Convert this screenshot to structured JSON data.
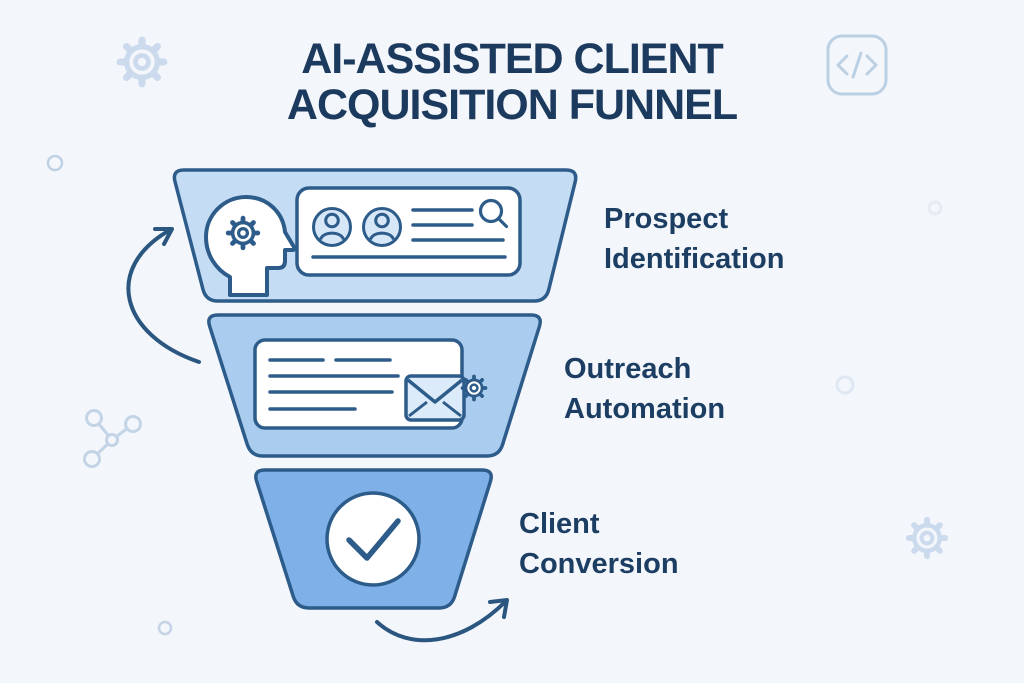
{
  "title": "AI-ASSISTED CLIENT\nACQUISITION FUNNEL",
  "funnel": {
    "stages": [
      {
        "id": "prospect-identification",
        "label": "Prospect\nIdentification",
        "fill": "#c4ddf4",
        "icons": [
          "head-with-gear",
          "prospect-list-card",
          "user-avatar",
          "user-avatar",
          "search-magnifier"
        ]
      },
      {
        "id": "outreach-automation",
        "label": "Outreach\nAutomation",
        "fill": "#a9ccef",
        "icons": [
          "message-text-card",
          "envelope",
          "gear"
        ]
      },
      {
        "id": "client-conversion",
        "label": "Client\nConversion",
        "fill": "#7fb1e8",
        "icons": [
          "check-circle"
        ]
      }
    ]
  },
  "decorations": {
    "icons": [
      "gear-outline-top-left",
      "code-brackets-box-top-right",
      "small-circle-left",
      "molecule-nodes-left",
      "gear-outline-bottom-right",
      "faint-circle-right",
      "faint-dot-right",
      "small-circle-bottom-left",
      "curved-arrow-into-funnel",
      "curved-arrow-out-of-funnel"
    ]
  },
  "colors": {
    "background": "#f3f6fb",
    "stage1_fill": "#c4ddf4",
    "stage2_fill": "#a9ccef",
    "stage3_fill": "#7fb1e8",
    "outline_navy": "#2d5c8a",
    "arrow_navy": "#2b567f",
    "title_text": "#1c3a5e",
    "label_text": "#1d3e63",
    "decoration_blue": "#c9d8ea",
    "card_white": "#ffffff",
    "avatar_fill": "#d6e7f8",
    "envelope_fill": "#dcebfa"
  }
}
